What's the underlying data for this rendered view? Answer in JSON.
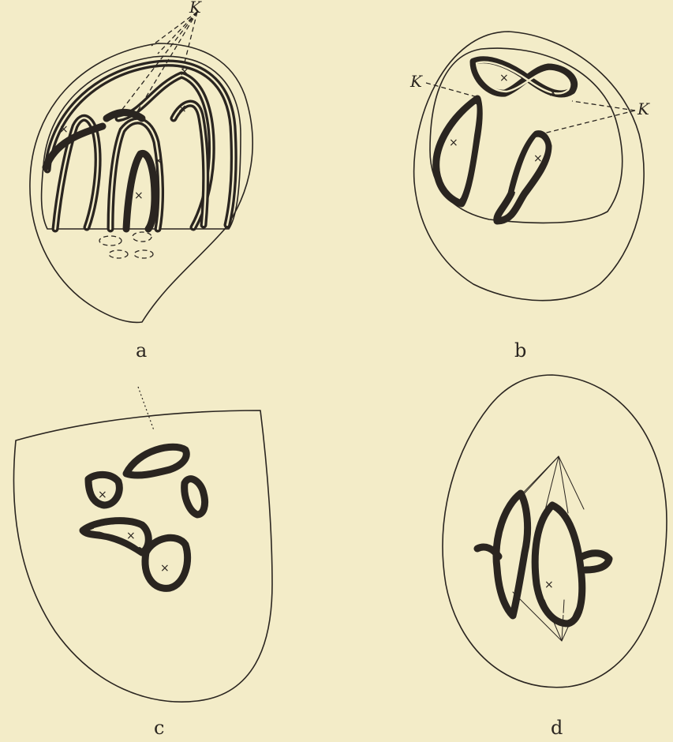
{
  "panels": [
    {
      "id": "a",
      "label": "a",
      "k_labels": [
        "K"
      ]
    },
    {
      "id": "b",
      "label": "b",
      "k_labels": [
        "K",
        "K"
      ]
    },
    {
      "id": "c",
      "label": "c",
      "k_labels": []
    },
    {
      "id": "d",
      "label": "d",
      "k_labels": []
    }
  ],
  "marker_symbol": "×",
  "colors": {
    "background": "#f3ecc8",
    "ink": "#2a2520"
  }
}
